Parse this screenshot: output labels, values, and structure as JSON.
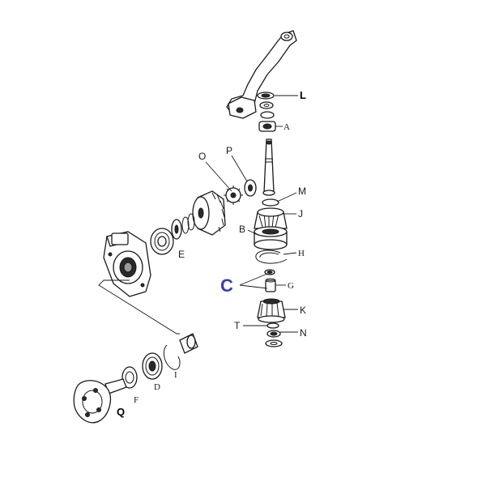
{
  "labels": {
    "L": "L",
    "A": "A",
    "O": "O",
    "P": "P",
    "M": "M",
    "J": "J",
    "B": "B",
    "H": "H",
    "E": "E",
    "C": "C",
    "G": "G",
    "K": "K",
    "T": "T",
    "N": "N",
    "I": "I",
    "D": "D",
    "F": "F",
    "Q": "Q"
  },
  "colors": {
    "callout_c": "#3a3fb0",
    "ink": "#1a1a1a"
  }
}
